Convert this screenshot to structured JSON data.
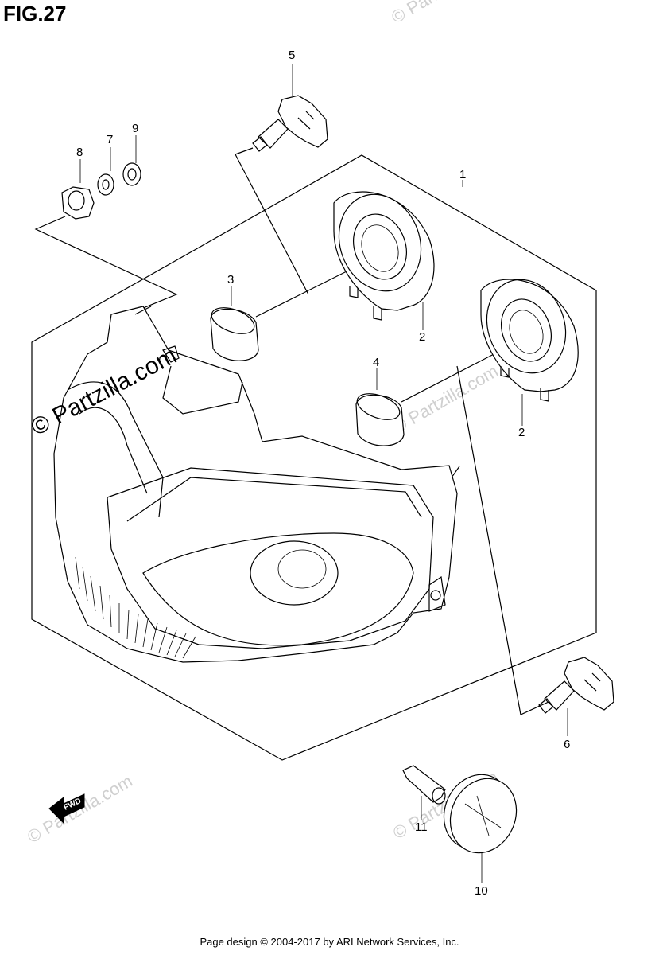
{
  "figure": {
    "title": "FIG.27"
  },
  "footer": {
    "text": "Page design © 2004-2017 by ARI Network Services, Inc."
  },
  "watermark": {
    "main": "© Partzilla.com",
    "faded": "© Partzilla.com"
  },
  "fwd_arrow": {
    "label": "FWD"
  },
  "callouts": {
    "c1": "1",
    "c2a": "2",
    "c2b": "2",
    "c3": "3",
    "c4": "4",
    "c5": "5",
    "c6": "6",
    "c7": "7",
    "c8": "8",
    "c9": "9",
    "c10": "10",
    "c11": "11"
  }
}
